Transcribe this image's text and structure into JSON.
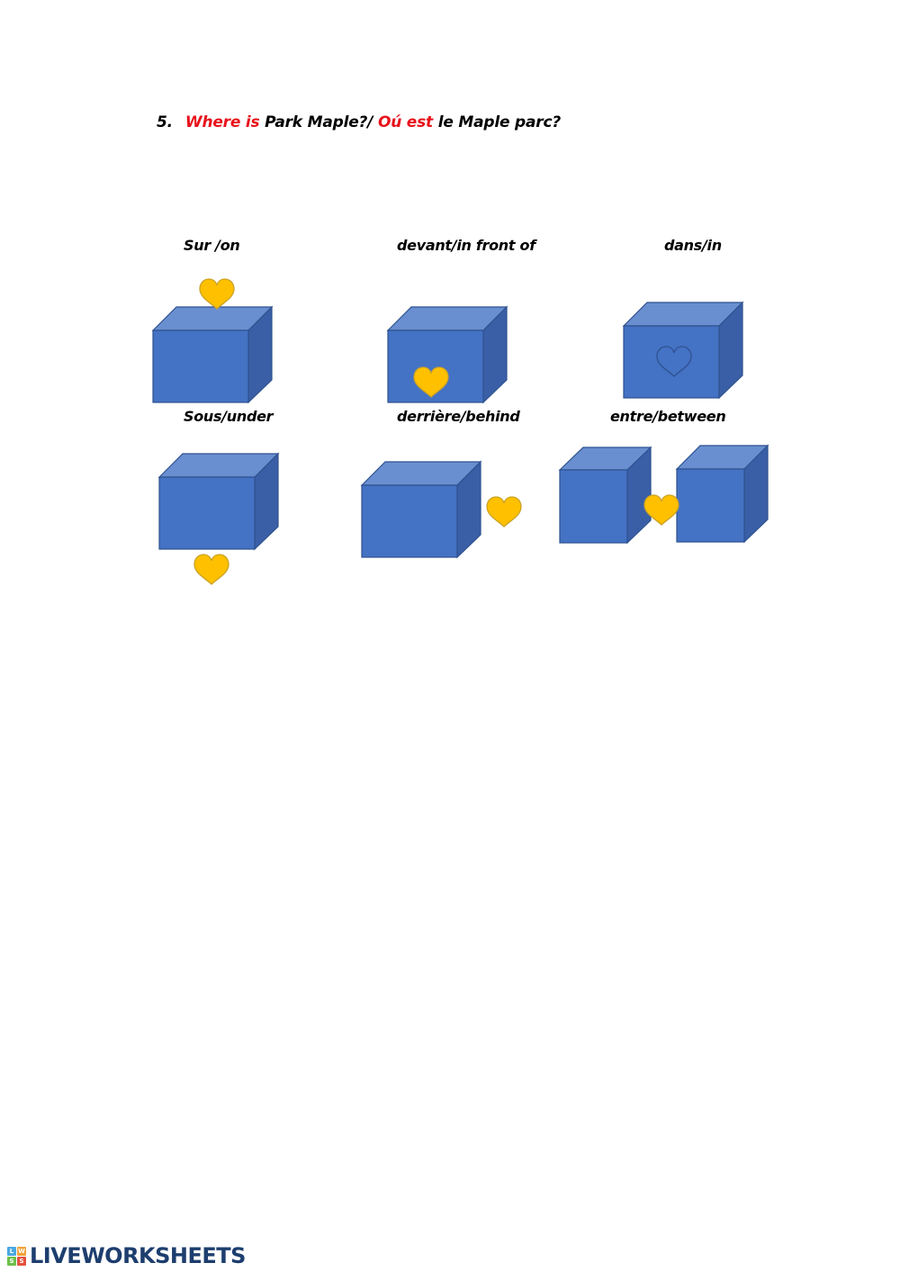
{
  "question": {
    "number": "5.",
    "part1_red": "Where is",
    "part2": "Park Maple?/",
    "part3_red": "Oú est",
    "part4": "le Maple parc?"
  },
  "labels": {
    "on": "Sur /on",
    "in_front_of": "devant/in front of",
    "in": "dans/in",
    "under": "Sous/under",
    "behind": "derrière/behind",
    "between": "entre/between"
  },
  "colors": {
    "cube_front": "#4472c4",
    "cube_top": "#6a8fd0",
    "cube_side": "#3a5fa6",
    "cube_edge": "#2f528f",
    "heart": "#ffc000",
    "heart_edge": "#c9a227",
    "question_red": "#e8121b",
    "brand": "#1d3e6e"
  },
  "footer": {
    "brand": "LIVEWORKSHEETS",
    "logo_letters": [
      "L",
      "W",
      "S",
      "S"
    ]
  }
}
